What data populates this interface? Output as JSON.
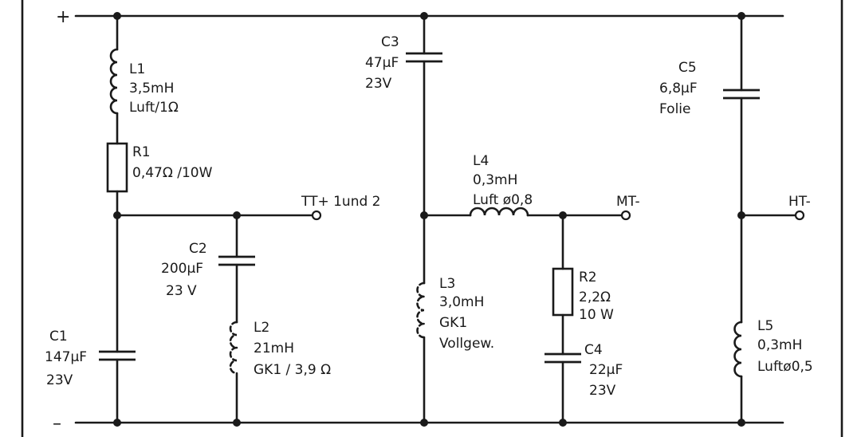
{
  "rails": {
    "plus": "+",
    "minus": "–"
  },
  "components": {
    "L1": {
      "name": "L1",
      "value": "3,5mH",
      "note": "Luft/1Ω"
    },
    "R1": {
      "name": "R1",
      "value": "0,47Ω /10W"
    },
    "C1": {
      "name": "C1",
      "value": "147µF",
      "voltage": "23V"
    },
    "C2": {
      "name": "C2",
      "value": "200µF",
      "voltage": "23 V"
    },
    "L2": {
      "name": "L2",
      "value": "21mH",
      "note": "GK1 / 3,9 Ω"
    },
    "C3": {
      "name": "C3",
      "value": "47µF",
      "voltage": "23V"
    },
    "L4": {
      "name": "L4",
      "value": "0,3mH",
      "note": "Luft ø0,8"
    },
    "L3": {
      "name": "L3",
      "value": "3,0mH",
      "core": "GK1",
      "note": "Vollgew."
    },
    "R2": {
      "name": "R2",
      "value": "2,2Ω",
      "power": "10 W"
    },
    "C4": {
      "name": "C4",
      "value": "22µF",
      "voltage": "23V"
    },
    "C5": {
      "name": "C5",
      "value": "6,8µF",
      "note": "Folie"
    },
    "L5": {
      "name": "L5",
      "value": "0,3mH",
      "note": "Luftø0,5"
    }
  },
  "outputs": {
    "tt": "TT+ 1und 2",
    "mt": "MT-",
    "ht": "HT-"
  },
  "colors": {
    "ink": "#1a1a1a",
    "paper": "#ffffff"
  }
}
